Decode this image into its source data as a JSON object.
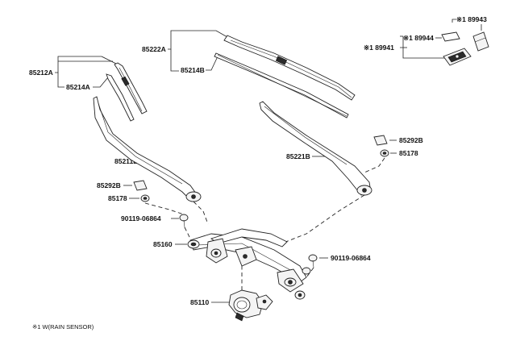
{
  "diagram": {
    "labels": {
      "p89943": "※1 89943",
      "p89944": "※1 89944",
      "p89941": "※1 89941",
      "p85222A": "85222A",
      "p85214B": "85214B",
      "p85212A": "85212A",
      "p85214A": "85214A",
      "p85292B_r": "85292B",
      "p85178_r": "85178",
      "p85221B": "85221B",
      "p85211B": "85211B",
      "p85292B_l": "85292B",
      "p85178_l": "85178",
      "p90119_l": "90119-06864",
      "p85160": "85160",
      "p90119_r": "90119-06864",
      "p85110": "85110"
    },
    "footnote": "※1 W(RAIN SENSOR)"
  }
}
